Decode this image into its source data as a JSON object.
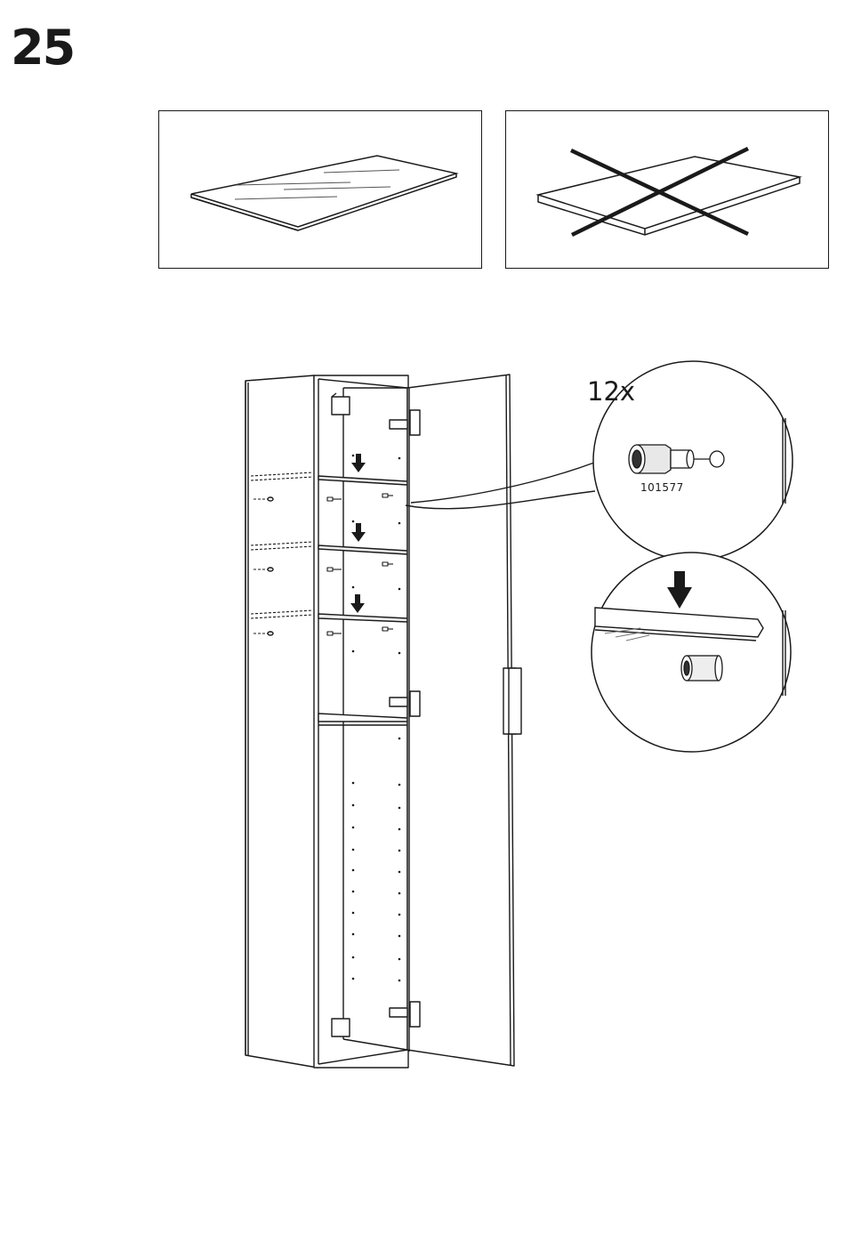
{
  "step": {
    "number": "25"
  },
  "panels": [
    {
      "name": "glass-shelf-correct",
      "verdict": "correct"
    },
    {
      "name": "solid-shelf-wrong",
      "verdict": "wrong"
    }
  ],
  "callout": {
    "quantity": "12x",
    "part_number": "101577"
  }
}
